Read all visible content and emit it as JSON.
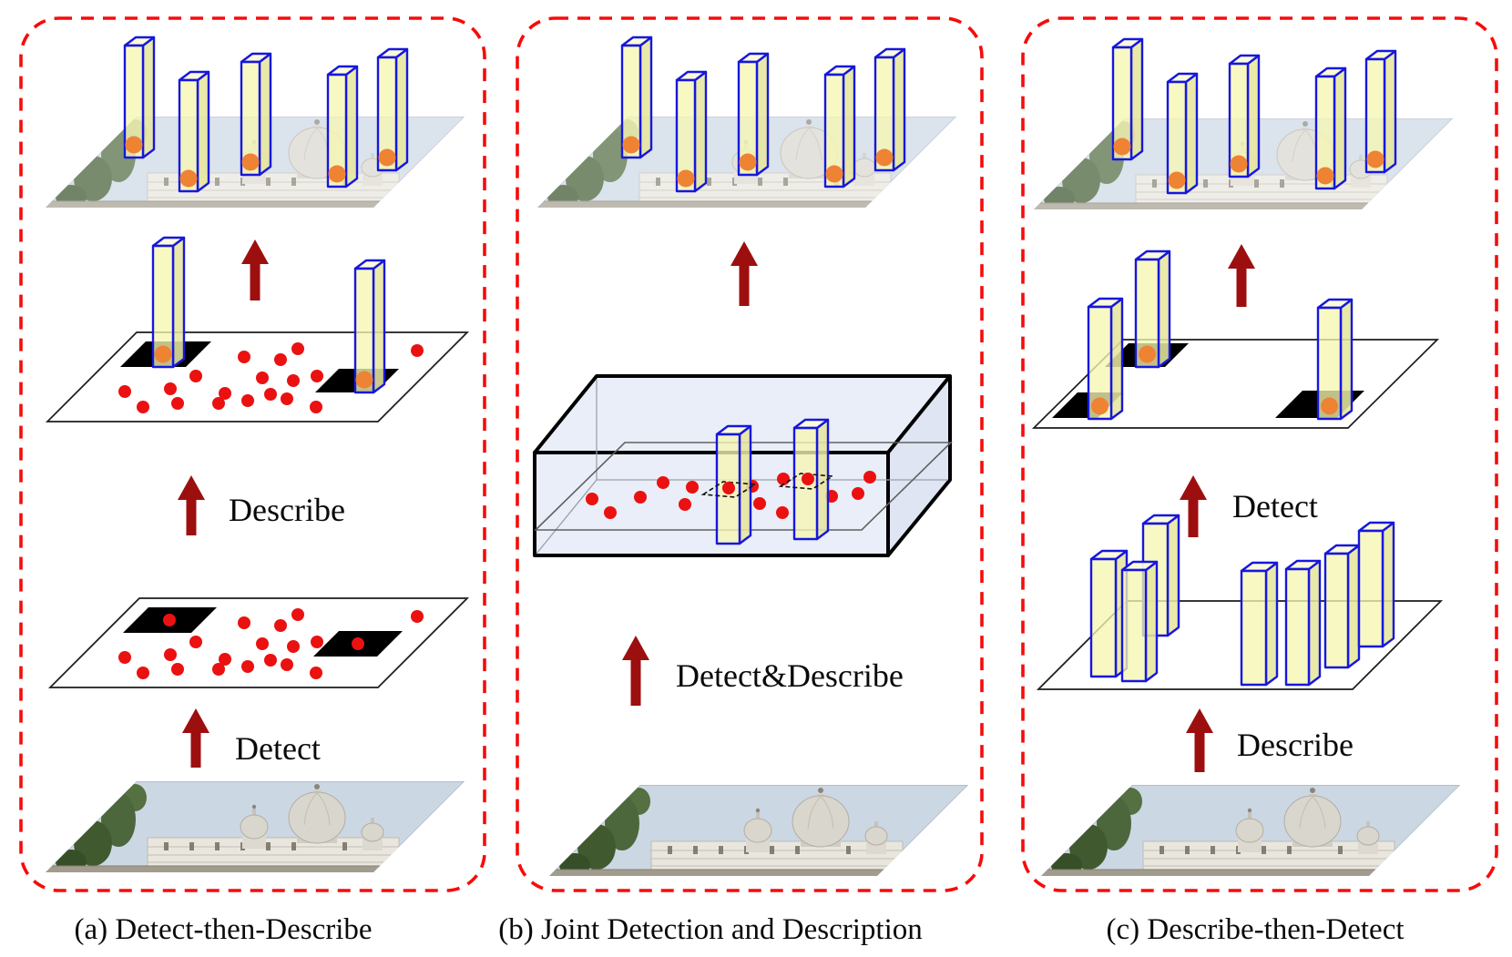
{
  "figure": {
    "panels": [
      {
        "id": "a",
        "caption": "(a) Detect-then-Describe",
        "steps": [
          {
            "label": "Detect"
          },
          {
            "label": "Describe"
          }
        ]
      },
      {
        "id": "b",
        "caption": "(b) Joint Detection and Description",
        "steps": [
          {
            "label": "Detect&Describe"
          }
        ]
      },
      {
        "id": "c",
        "caption": "(c) Describe-then-Detect",
        "steps": [
          {
            "label": "Describe"
          },
          {
            "label": "Detect"
          }
        ]
      }
    ],
    "colors": {
      "panel_border": "#f70b0b",
      "arrow": "#9d0f0f",
      "keypoint_dot": "#eb1111",
      "orange_marker": "#ef8334",
      "descriptor_front": "#f6f6b2",
      "descriptor_side": "#e6e69e",
      "descriptor_top": "#fbfbda",
      "descriptor_edge": "#1717dd",
      "volume_fill": "#e9eef8",
      "volume_side": "#dfe5f3",
      "plane_stroke": "#1c1c1c",
      "patch_fill": "#000000",
      "sky": "#ccd7e4"
    }
  }
}
